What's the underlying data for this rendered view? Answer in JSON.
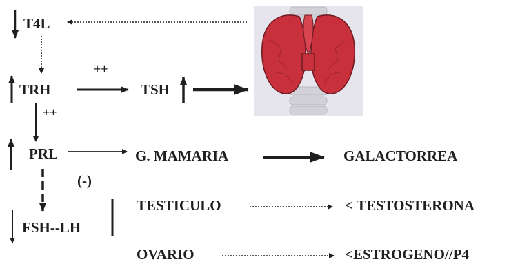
{
  "nodes": {
    "t4l": "T4L",
    "trh": "TRH",
    "tsh": "TSH",
    "prl": "PRL",
    "fsh_lh": "FSH--LH",
    "g_mamaria": "G. MAMARIA",
    "galactorrea": "GALACTORREA",
    "testiculo": "TESTICULO",
    "ovario": "OVARIO",
    "testosterona": "< TESTOSTERONA",
    "estrogeno": "<ESTROGENO//P4"
  },
  "annotations": {
    "plus_trh_tsh": "++",
    "plus_trh_prl": "++",
    "negative": "(-)"
  },
  "colors": {
    "text": "#1f1f1f",
    "thyroid_red": "#c8303c",
    "thyroid_bg": "#e4e2ec"
  }
}
